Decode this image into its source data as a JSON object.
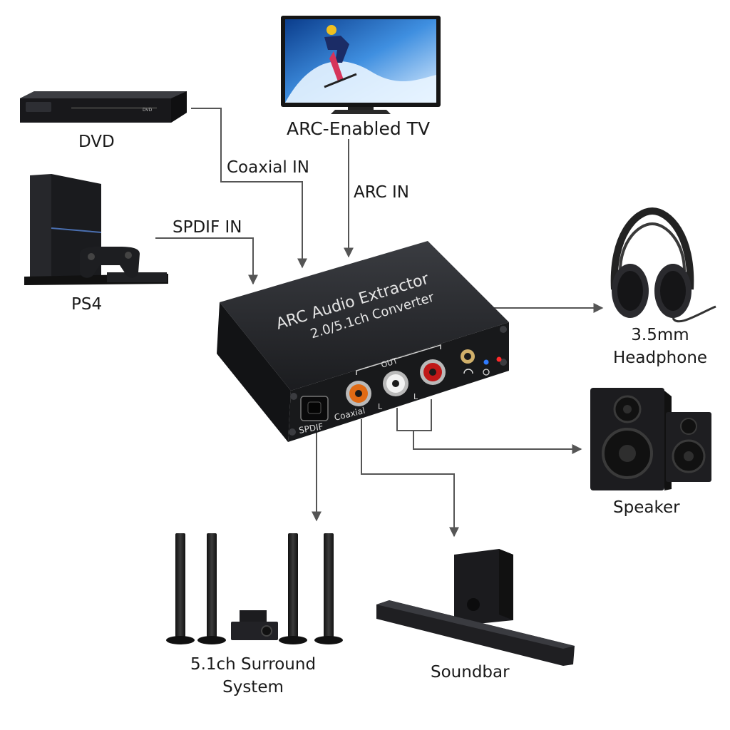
{
  "devices": {
    "tv": "ARC-Enabled TV",
    "dvd": "DVD",
    "ps4": "PS4",
    "headphone_line1": "3.5mm",
    "headphone_line2": "Headphone",
    "speaker": "Speaker",
    "surround_line1": "5.1ch Surround",
    "surround_line2": "System",
    "soundbar": "Soundbar"
  },
  "connections": {
    "coaxial_in": "Coaxial IN",
    "arc_in": "ARC IN",
    "spdif_in": "SPDIF IN"
  },
  "converter": {
    "title_line1": "ARC Audio Extractor",
    "title_line2": "2.0/5.1ch Converter",
    "out_label": "OUT",
    "spdif_port": "SPDIF",
    "coaxial_port": "Coaxial",
    "left_label": "L",
    "right_label": "L"
  },
  "tv_dvd_text": "DVD",
  "colors": {
    "device_body": "#1c1d20",
    "line": "#555555",
    "led_blue": "#2f7bff",
    "led_red": "#ff2a2a",
    "rca_red": "#c01818",
    "rca_white": "#f2f2f2",
    "rca_orange": "#e06a14"
  }
}
